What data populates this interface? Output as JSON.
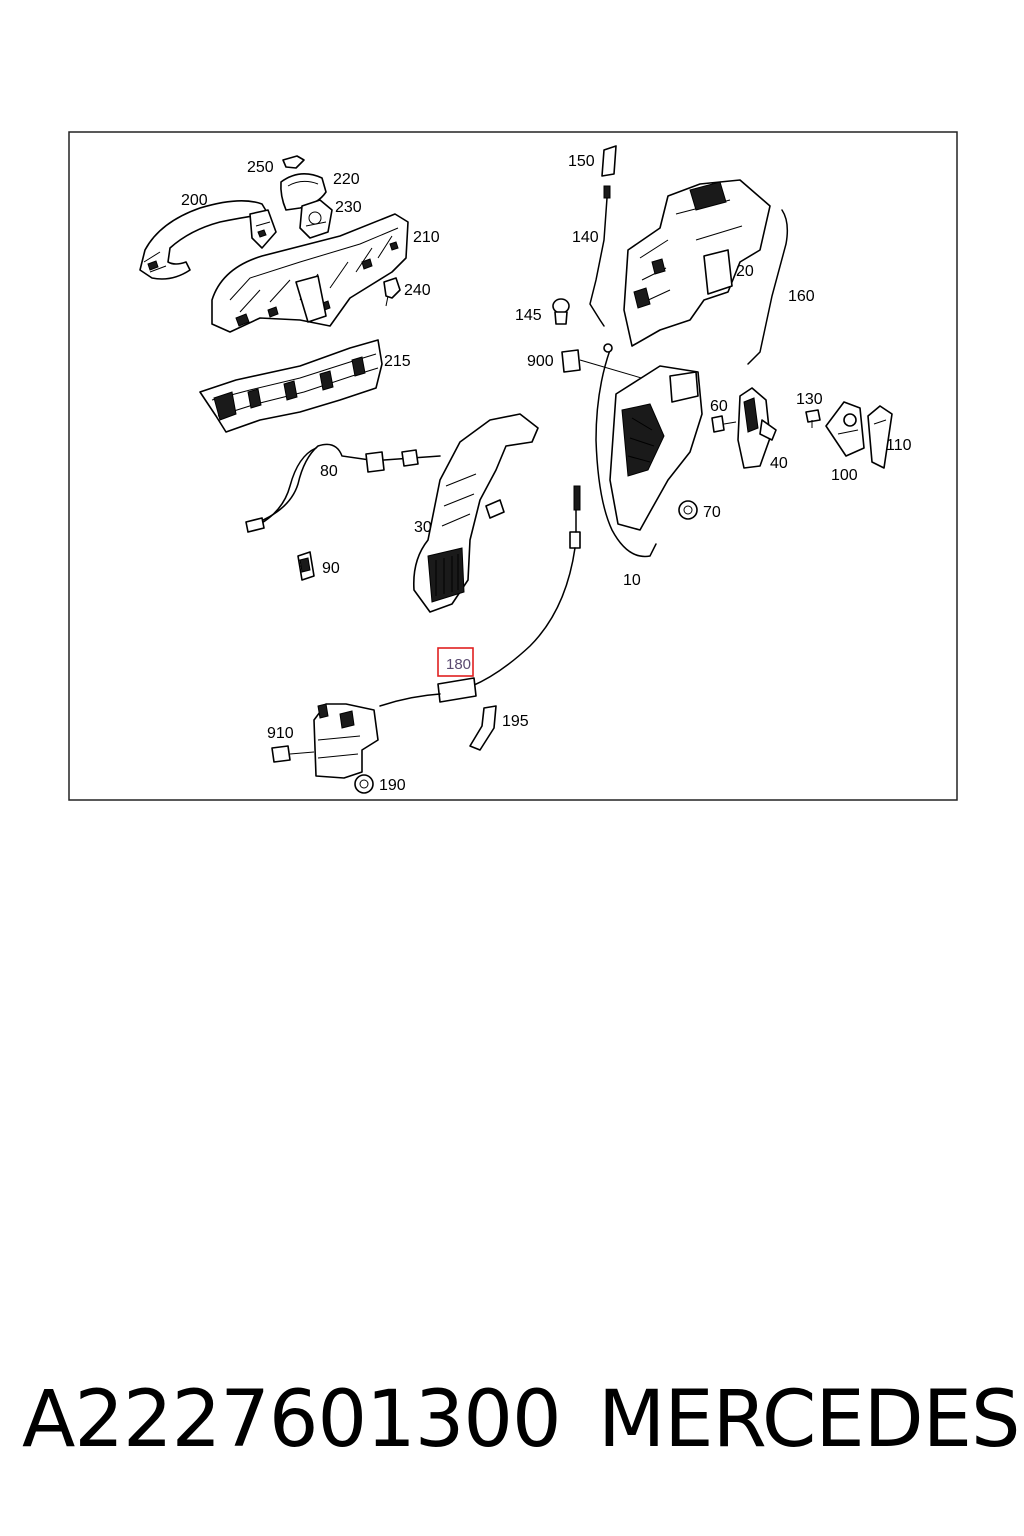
{
  "diagram": {
    "callouts": {
      "c250": "250",
      "c220": "220",
      "c230": "230",
      "c200": "200",
      "c210": "210",
      "c240": "240",
      "c215": "215",
      "c80": "80",
      "c30": "30",
      "c90": "90",
      "c150": "150",
      "c140": "140",
      "c145": "145",
      "c20": "20",
      "c160": "160",
      "c900": "900",
      "c60": "60",
      "c130": "130",
      "c110": "110",
      "c40": "40",
      "c100": "100",
      "c70": "70",
      "c10": "10",
      "c180": "180",
      "c195": "195",
      "c910": "910",
      "c190": "190"
    },
    "highlighted_callout": "180",
    "highlight_color": "#e02020"
  },
  "footer": {
    "part_number": "A2227601300",
    "brand": "MERCEDES"
  }
}
